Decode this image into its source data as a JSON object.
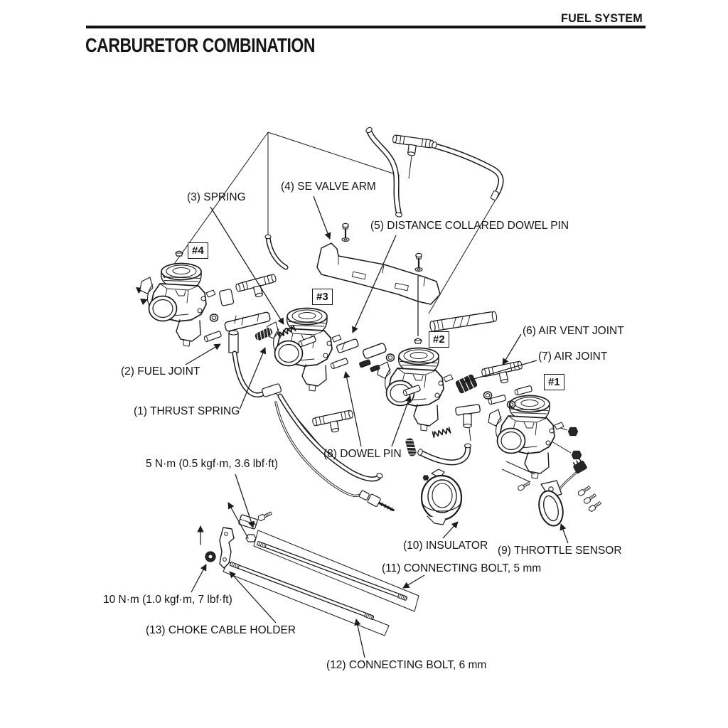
{
  "page": {
    "section_header": "FUEL SYSTEM",
    "title": "CARBURETOR COMBINATION"
  },
  "diagram": {
    "tags": {
      "carb4": "#4",
      "carb3": "#3",
      "carb2": "#2",
      "carb1": "#1"
    },
    "callouts": {
      "c1": "(1) THRUST SPRING",
      "c2": "(2) FUEL JOINT",
      "c3": "(3) SPRING",
      "c4": "(4) SE VALVE ARM",
      "c5": "(5) DISTANCE COLLARED DOWEL PIN",
      "c6": "(6) AIR VENT JOINT",
      "c7": "(7) AIR JOINT",
      "c8": "(8) DOWEL PIN",
      "c9": "(9) THROTTLE SENSOR",
      "c10": "(10) INSULATOR",
      "c11": "(11) CONNECTING BOLT, 5 mm",
      "c12": "(12) CONNECTING BOLT, 6 mm",
      "c13": "(13) CHOKE CABLE HOLDER",
      "torque_5": "5 N·m (0.5 kgf·m, 3.6 lbf·ft)",
      "torque_10": "10 N·m (1.0 kgf·m, 7 lbf·ft)"
    }
  }
}
